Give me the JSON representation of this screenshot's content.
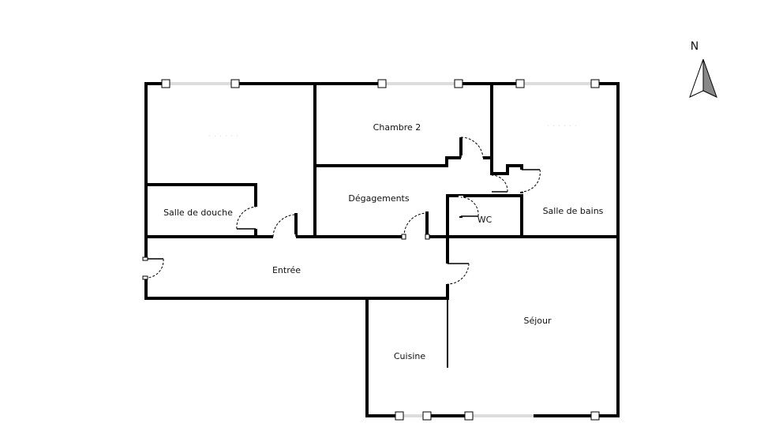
{
  "compass": {
    "label": "N"
  },
  "rooms": {
    "chambre_2": "Chambre 2",
    "degagements": "Dégagements",
    "salle_de_douche": "Salle de douche",
    "wc": "WC",
    "salle_de_bains": "Salle de bains",
    "entree": "Entrée",
    "sejour": "Séjour",
    "cuisine": "Cuisine"
  },
  "faded_labels": {
    "room_top_left": "· · · · · ·",
    "room_top_right": "· · · · · ·"
  }
}
